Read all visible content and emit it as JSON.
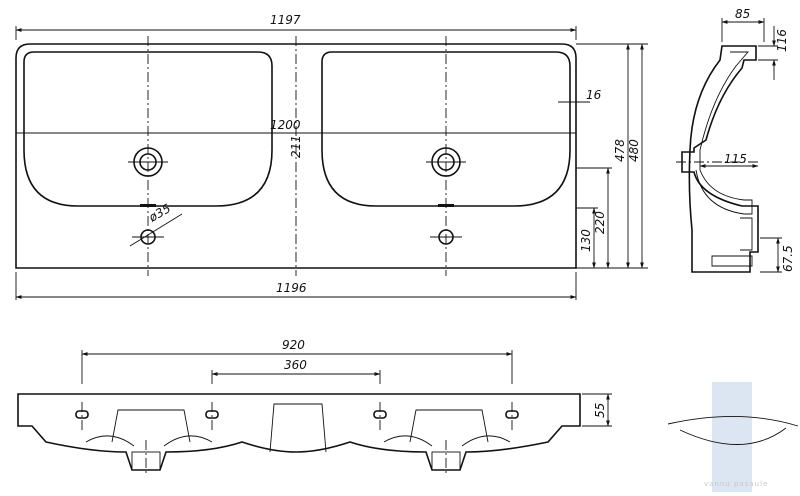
{
  "front_view": {
    "overall_width_top": "1197",
    "overall_width_bottom": "1196",
    "inner_dimension": "1200",
    "center_mark": "211",
    "rim_thickness": "16",
    "drain_diameter": "ø35",
    "height_478": "478",
    "height_480": "480",
    "height_220": "220",
    "height_130": "130"
  },
  "side_view": {
    "depth_top": "85",
    "rim_top": "116",
    "depth_115": "115",
    "drain_height": "67.5"
  },
  "bottom_view": {
    "mount_spacing_outer": "920",
    "mount_spacing_inner": "360",
    "base_height": "55"
  },
  "watermark": {
    "text": "vannu pasaule"
  }
}
